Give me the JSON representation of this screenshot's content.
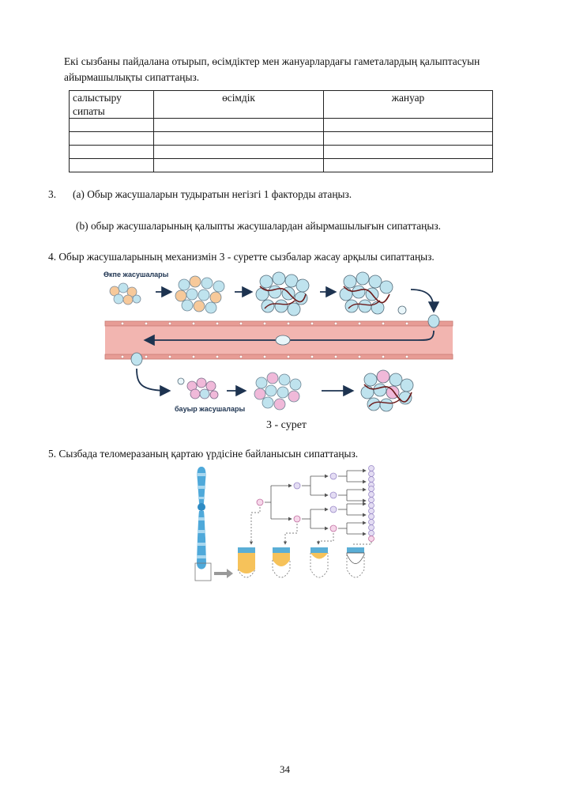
{
  "intro": {
    "line1": "Екі сызбаны пайдалана отырып, өсімдіктер мен жануарлардағы гаметалардың қалыптасуын",
    "line2": "айырмашылықты сипаттаңыз."
  },
  "table": {
    "headers": [
      "салыстыру сипаты",
      "өсімдік",
      "жануар"
    ],
    "rows": [
      [
        "",
        "",
        ""
      ],
      [
        "",
        "",
        ""
      ],
      [
        "",
        "",
        ""
      ],
      [
        "",
        "",
        ""
      ]
    ]
  },
  "q3": {
    "number": "3.",
    "a": "(a) Обыр жасушаларын тудыратын негізгі 1 факторды атаңыз.",
    "b": "(b)  обыр жасушаларының қалыпты жасушалардан айырмашылығын сипаттаңыз."
  },
  "q4": {
    "text": "4. Обыр жасушаларының механизмін 3 - суретте сызбалар жасау арқылы сипаттаңыз.",
    "label_lung": "Өкпе жасушалары",
    "label_liver": "бауыр жасушалары",
    "caption": "3 - сурет"
  },
  "q5": {
    "text": "5. Сызбада теломеразаның қартаю үрдісіне байланысын сипаттаңыз."
  },
  "page_number": "34",
  "colors": {
    "vessel": "#f2b5b0",
    "vessel_dark": "#c97a73",
    "cell_blue": "#bfe3ee",
    "cell_orange": "#f7c99a",
    "cell_pink": "#f0b9d9",
    "arrow": "#1d3350",
    "chromosome": "#4fa9da",
    "telomere_fill": "#f6c25a",
    "telomere_cap": "#5aaed6"
  }
}
